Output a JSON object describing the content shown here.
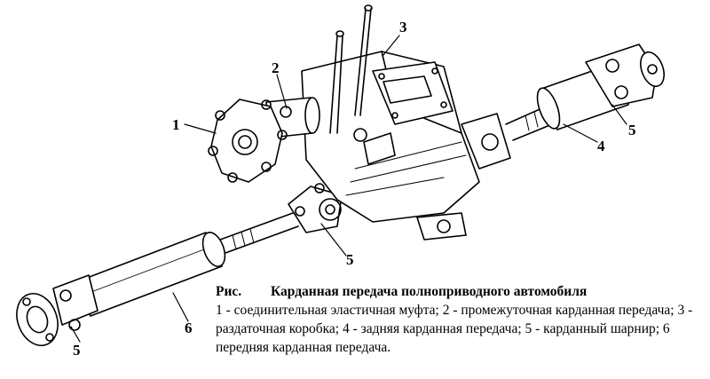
{
  "callouts": {
    "c1": "1",
    "c2": "2",
    "c3": "3",
    "c4": "4",
    "c5_right": "5",
    "c5_middle": "5",
    "c5_left": "5",
    "c6": "6"
  },
  "caption": {
    "fig_label": "Рис.",
    "title": "Карданная передача полноприводного автомобиля",
    "body": "1 - соединительная эластичная муфта; 2 - промежуточная карданная передача; 3 - раздаточная коробка; 4 - задняя карданная передача; 5 - карданный шарнир; 6 передняя карданная передача."
  }
}
